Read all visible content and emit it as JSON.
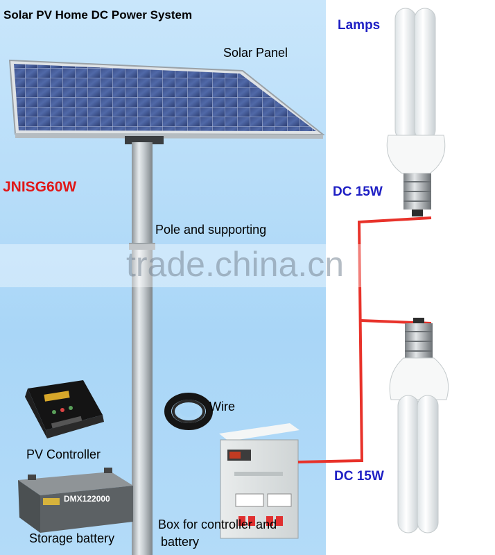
{
  "title": "Solar PV Home DC Power System",
  "model": "JNISG60W",
  "labels": {
    "solar_panel": "Solar Panel",
    "pole": "Pole and supporting",
    "wire": "Wire",
    "pv_controller": "PV Controller",
    "storage_battery": "Storage battery",
    "box_line1": "Box for controller and",
    "box_line2": "battery",
    "lamps": "Lamps",
    "lamp_top_power": "DC 15W",
    "lamp_bottom_power": "DC 15W"
  },
  "battery_brand": "DMX122000",
  "watermark": "trade.china.cn",
  "colors": {
    "background": "#a9d6f7",
    "wire": "#e8322a",
    "title": "#000000",
    "model": "#e01818",
    "lamp_label": "#1f20c4"
  }
}
